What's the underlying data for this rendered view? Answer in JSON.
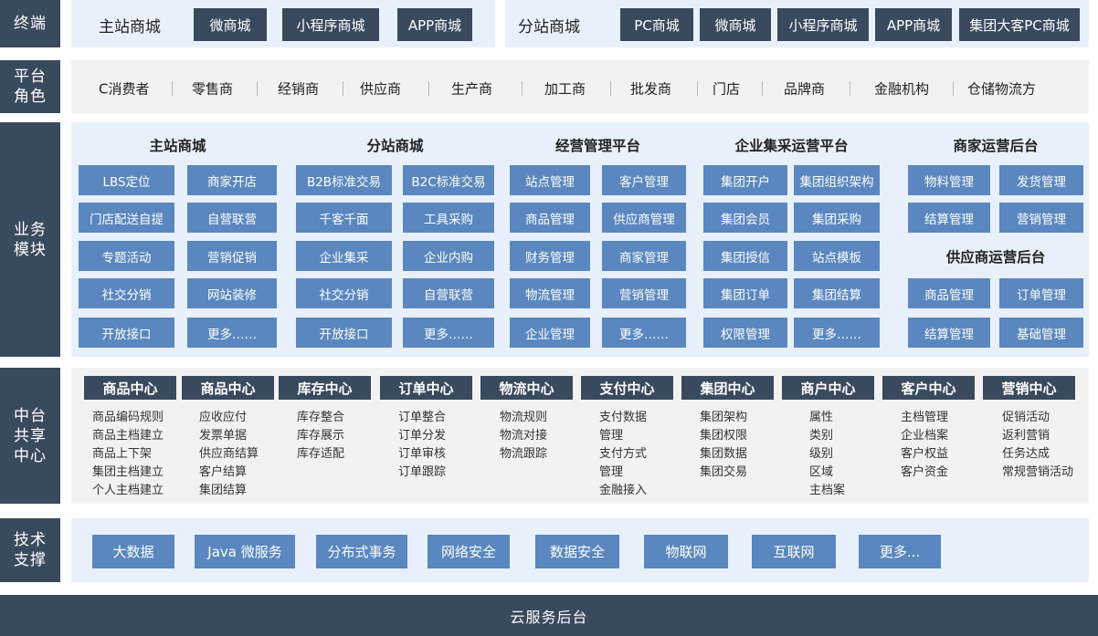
{
  "rows": {
    "terminal": "终端",
    "roles": "平台\n角色",
    "business": "业务\n模块",
    "middle": "中台\n共享\n中心",
    "tech": "技术\n支撑"
  },
  "terminal": {
    "main_title": "主站商城",
    "main_buttons": [
      "微商城",
      "小程序商城",
      "APP商城"
    ],
    "sub_title": "分站商城",
    "sub_buttons": [
      "PC商城",
      "微商城",
      "小程序商城",
      "APP商城",
      "集团大客PC商城"
    ]
  },
  "roles": [
    "C消费者",
    "零售商",
    "经销商",
    "供应商",
    "生产商",
    "加工商",
    "批发商",
    "门店",
    "品牌商",
    "金融机构",
    "仓储物流方"
  ],
  "business": {
    "groups": [
      {
        "title": "主站商城",
        "items": [
          "LBS定位",
          "商家开店",
          "门店配送自提",
          "自营联营",
          "专题活动",
          "营销促销",
          "社交分销",
          "网站装修",
          "开放接口",
          "更多……"
        ]
      },
      {
        "title": "分站商城",
        "items": [
          "B2B标准交易",
          "B2C标准交易",
          "千客千面",
          "工具采购",
          "企业集采",
          "企业内购",
          "社交分销",
          "自营联营",
          "开放接口",
          "更多……"
        ]
      },
      {
        "title": "经营管理平台",
        "items": [
          "站点管理",
          "客户管理",
          "商品管理",
          "供应商管理",
          "财务管理",
          "商家管理",
          "物流管理",
          "营销管理",
          "企业管理",
          "更多……"
        ]
      },
      {
        "title": "企业集采运营平台",
        "items": [
          "集团开户",
          "集团组织架构",
          "集团会员",
          "集团采购",
          "集团授信",
          "站点模板",
          "集团订单",
          "集团结算",
          "权限管理",
          "更多……"
        ]
      }
    ],
    "merchant": {
      "title": "商家运营后台",
      "items": [
        "物料管理",
        "发货管理",
        "结算管理",
        "营销管理"
      ]
    },
    "supplier": {
      "title": "供应商运营后台",
      "items": [
        "商品管理",
        "订单管理",
        "结算管理",
        "基础管理"
      ]
    }
  },
  "centers": [
    {
      "name": "商品中心",
      "items": [
        "商品编码规则",
        "商品主档建立",
        "商品上下架",
        "集团主档建立",
        "个人主档建立"
      ]
    },
    {
      "name": "商品中心",
      "items": [
        "应收应付",
        "发票单据",
        "供应商结算",
        "客户结算",
        "集团结算"
      ]
    },
    {
      "name": "库存中心",
      "items": [
        "库存整合",
        "库存展示",
        "库存适配"
      ]
    },
    {
      "name": "订单中心",
      "items": [
        "订单整合",
        "订单分发",
        "订单审核",
        "订单跟踪"
      ]
    },
    {
      "name": "物流中心",
      "items": [
        "物流规则",
        "物流对接",
        "物流跟踪"
      ]
    },
    {
      "name": "支付中心",
      "items": [
        "支付数据",
        "管理",
        "支付方式",
        "管理",
        "金融接入"
      ]
    },
    {
      "name": "集团中心",
      "items": [
        "集团架构",
        "集团权限",
        "集团数据",
        "集团交易"
      ]
    },
    {
      "name": "商户中心",
      "items": [
        "属性",
        "类别",
        "级别",
        "区域",
        "主档案"
      ]
    },
    {
      "name": "客户中心",
      "items": [
        "主档管理",
        "企业档案",
        "客户权益",
        "客户资金"
      ]
    },
    {
      "name": "营销中心",
      "items": [
        "促销活动",
        "返利营销",
        "任务达成",
        "常规营销活动"
      ]
    }
  ],
  "tech": [
    "大数据",
    "Java 微服务",
    "分布式事务",
    "网络安全",
    "数据安全",
    "物联网",
    "互联网",
    "更多..."
  ],
  "footer": "云服务后台",
  "colors": {
    "dark": "#3a4a5e",
    "blue": "#5a87bf",
    "panel": "#e8f1fb",
    "gray": "#f2f2f2"
  }
}
